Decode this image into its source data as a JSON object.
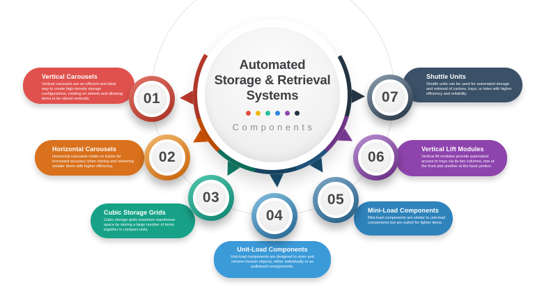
{
  "infographic": {
    "title_line1": "Automated",
    "title_line2": "Storage & Retrieval",
    "title_line3": "Systems",
    "subtitle": "Components",
    "dot_colors": [
      "#e84c3d",
      "#f2b70d",
      "#27bf9d",
      "#2e86de",
      "#8e44ad",
      "#22313f"
    ]
  },
  "items": [
    {
      "number": "01",
      "title": "Vertical Carousels",
      "description": "Vertical carousels are an efficient and ideal way to create high-density storage configurations, rotating on wheels and allowing items to be stored vertically.",
      "pill_color": "#e0514d",
      "ring_color": "#b93a2b"
    },
    {
      "number": "02",
      "title": "Horizontal Carousels",
      "description": "Horizontal carousels rotate on tracks for increased accuracy when storing and retrieving smaller items with higher efficiency.",
      "pill_color": "#d9711d",
      "ring_color": "#d35400"
    },
    {
      "number": "03",
      "title": "Cubic Storage Grids",
      "description": "Cubic storage grids maximize warehouse space by storing a large number of items together in compact units.",
      "pill_color": "#17a287",
      "ring_color": "#11806a"
    },
    {
      "number": "04",
      "title": "Unit-Load Components",
      "description": "Unit-load components are designed to store and retrieve heavier objects, either individually or as palletized consignments.",
      "pill_color": "#3b9ad8",
      "ring_color": "#1b4f72"
    },
    {
      "number": "05",
      "title": "Mini-Load Components",
      "description": "Mini-load components are similar to unit-load components but are suited for lighter items.",
      "pill_color": "#2e83bb",
      "ring_color": "#1b4f72"
    },
    {
      "number": "06",
      "title": "Vertical Lift Modules",
      "description": "Vertical lift modules provide automated access to trays via its two columns, one at the front and another at the back portion.",
      "pill_color": "#8e44ad",
      "ring_color": "#7d3c98"
    },
    {
      "number": "07",
      "title": "Shuttle Units",
      "description": "Shuttle units can be used for automated storage and retrieval of cartons, trays, or totes with higher efficiency and reliability.",
      "pill_color": "#3a5168",
      "ring_color": "#273746"
    }
  ]
}
